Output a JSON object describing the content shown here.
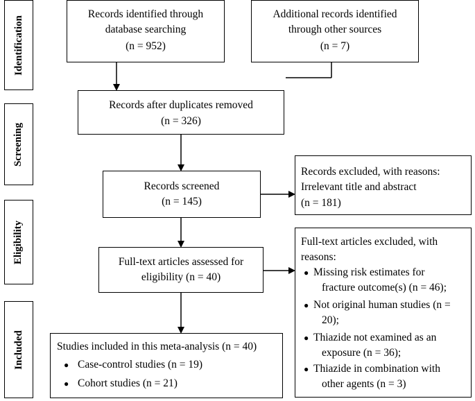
{
  "phases": {
    "identification": "Identification",
    "screening": "Screening",
    "eligibility": "Eligibility",
    "included": "Included"
  },
  "boxes": {
    "db_search": {
      "line1": "Records identified through",
      "line2": "database searching",
      "line3": "(n = 952)"
    },
    "other_sources": {
      "line1": "Additional records identified",
      "line2": "through other sources",
      "line3": "(n = 7)"
    },
    "after_duplicates": {
      "line1": "Records after duplicates removed",
      "line2": "(n = 326)"
    },
    "screened": {
      "line1": "Records screened",
      "line2": "(n = 145)"
    },
    "excluded_records": {
      "line1": "Records excluded, with reasons:",
      "line2": "Irrelevant title and abstract",
      "line3": "(n = 181)"
    },
    "full_text": {
      "line1": "Full-text articles assessed for",
      "line2": "eligibility (n = 40)"
    },
    "full_text_excluded": {
      "heading1": "Full-text articles excluded, with",
      "heading2": "reasons:",
      "items": [
        {
          "line1": "Missing risk estimates for",
          "line2": "fracture outcome(s) (n = 46);"
        },
        {
          "line1": "Not original human studies (n =",
          "line2": "20);"
        },
        {
          "line1": "Thiazide not examined as an",
          "line2": "exposure (n = 36);"
        },
        {
          "line1": "Thiazide in combination with",
          "line2": "other agents (n = 3)"
        }
      ]
    },
    "included_studies": {
      "heading": "Studies included in this meta-analysis (n = 40)",
      "items": [
        "Case-control studies (n = 19)",
        "Cohort studies (n = 21)"
      ]
    }
  }
}
